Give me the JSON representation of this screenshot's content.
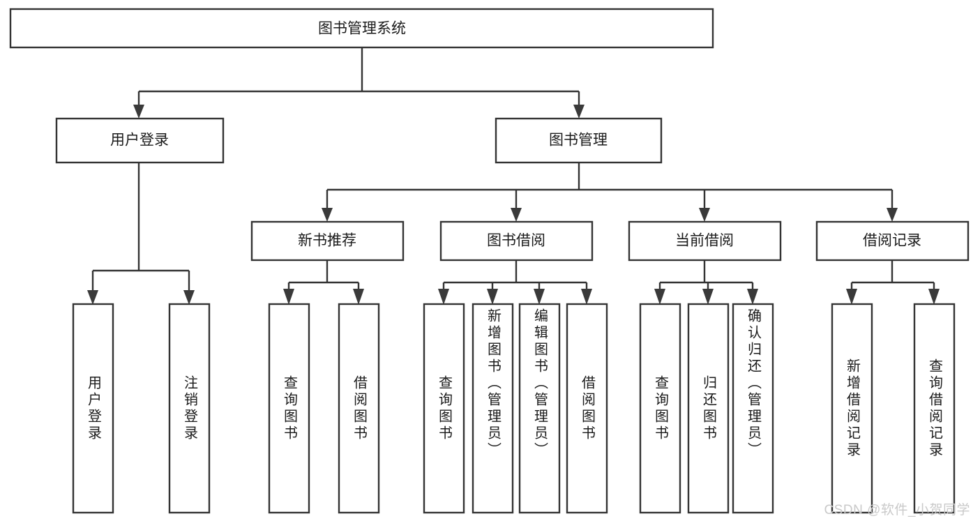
{
  "diagram": {
    "title": "图书管理系统",
    "type": "tree-hierarchy-chart",
    "colors": {
      "background": "#ffffff",
      "box_stroke": "#333333",
      "box_fill": "#ffffff",
      "connector": "#333333",
      "arrow_fill": "#3a3a3a",
      "text": "#1a1a1a",
      "watermark": "#c9c9c9"
    },
    "root": {
      "label": "图书管理系统"
    },
    "level2": [
      {
        "label": "用户登录"
      },
      {
        "label": "图书管理"
      }
    ],
    "level3": [
      {
        "label": "新书推荐"
      },
      {
        "label": "图书借阅"
      },
      {
        "label": "当前借阅"
      },
      {
        "label": "借阅记录"
      }
    ],
    "leaves": {
      "user_login": [
        {
          "label": "用户登录"
        },
        {
          "label": "注销登录"
        }
      ],
      "new_book_recommend": [
        {
          "label": "查询图书"
        },
        {
          "label": "借阅图书"
        }
      ],
      "book_borrow": [
        {
          "label": "查询图书"
        },
        {
          "label": "新增图书（管理员）"
        },
        {
          "label": "编辑图书（管理员）"
        },
        {
          "label": "借阅图书"
        }
      ],
      "current_borrow": [
        {
          "label": "查询图书"
        },
        {
          "label": "归还图书"
        },
        {
          "label": "确认归还（管理员）"
        }
      ],
      "borrow_record": [
        {
          "label": "新增借阅记录"
        },
        {
          "label": "查询借阅记录"
        }
      ]
    }
  },
  "watermark": {
    "text": "CSDN @软件_小贺同学"
  }
}
